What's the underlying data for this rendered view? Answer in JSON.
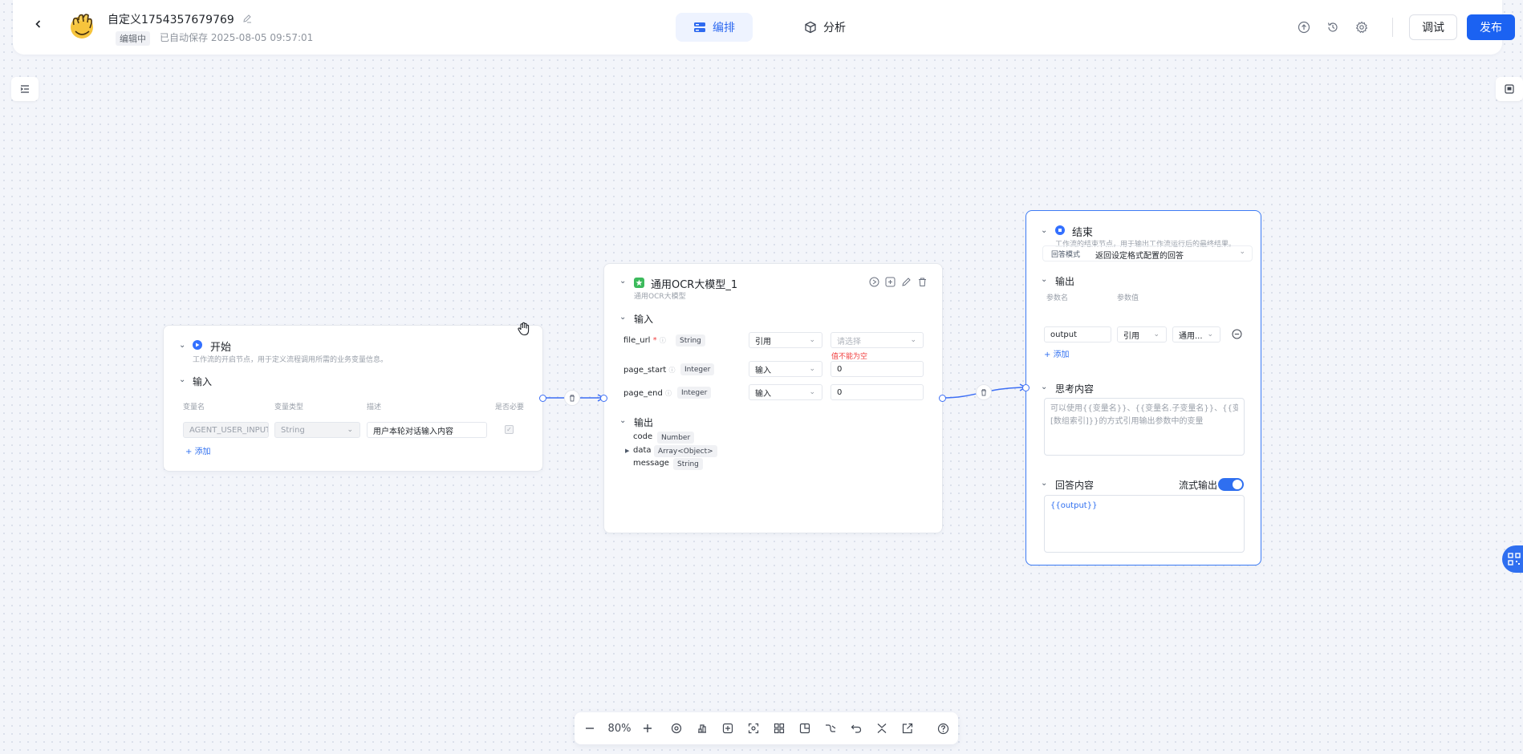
{
  "header": {
    "title": "自定义1754357679769",
    "status": "编辑中",
    "save_status": "已自动保存 2025-08-05 09:57:01",
    "tabs": [
      {
        "label": "编排",
        "active": true
      },
      {
        "label": "分析",
        "active": false
      }
    ],
    "debug_label": "调试",
    "publish_label": "发布",
    "accent_color": "#1b62f2"
  },
  "start_node": {
    "title": "开始",
    "description": "工作流的开启节点，用于定义流程调用所需的业务变量信息。",
    "input_section": "输入",
    "columns": [
      "变量名",
      "变量类型",
      "描述",
      "是否必要"
    ],
    "row": {
      "name": "AGENT_USER_INPUT",
      "type": "String",
      "desc": "用户本轮对话输入内容",
      "required": true
    },
    "add_label": "添加"
  },
  "ocr_node": {
    "title": "通用OCR大模型_1",
    "description": "通用OCR大模型",
    "input_section": "输入",
    "inputs": [
      {
        "name": "file_url",
        "required": true,
        "type": "String",
        "mode": "引用",
        "value": "请选择",
        "error": "值不能为空"
      },
      {
        "name": "page_start",
        "required": false,
        "type": "Integer",
        "mode": "输入",
        "value": "0"
      },
      {
        "name": "page_end",
        "required": false,
        "type": "Integer",
        "mode": "输入",
        "value": "0"
      }
    ],
    "output_section": "输出",
    "outputs": [
      {
        "name": "code",
        "type": "Number"
      },
      {
        "name": "data",
        "type": "Array<Object>"
      },
      {
        "name": "message",
        "type": "String"
      }
    ]
  },
  "end_node": {
    "title": "结束",
    "description": "工作流的结束节点，用于输出工作流运行后的最终结果。",
    "answer_mode_label": "回答模式",
    "answer_mode_value": "返回设定格式配置的回答",
    "output_section": "输出",
    "columns": [
      "参数名",
      "参数值"
    ],
    "param": {
      "name": "output",
      "mode": "引用",
      "value": "通用..."
    },
    "add_label": "添加",
    "thinking_section": "思考内容",
    "thinking_placeholder_1": "可以使用{{变量名}}、{{变量名.子变量名}}、{{变量名",
    "thinking_placeholder_2": "[数组索引]}}的方式引用输出参数中的变量",
    "answer_section": "回答内容",
    "stream_label": "流式输出",
    "stream_enabled": true,
    "answer_value": "{{output}}"
  },
  "bottom_toolbar": {
    "zoom": "80%"
  }
}
